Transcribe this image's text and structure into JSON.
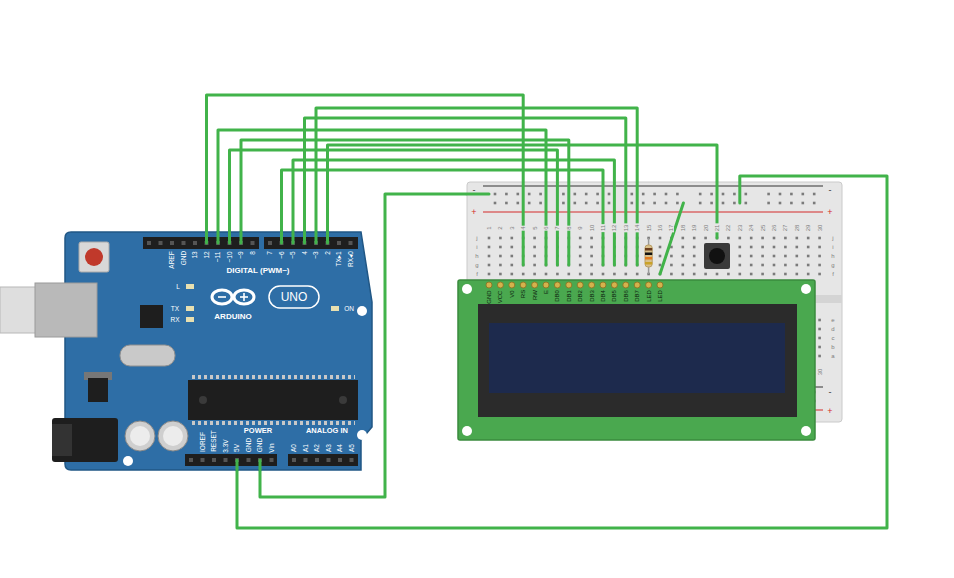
{
  "diagram": {
    "nodes": [
      {
        "text": [
          "AREF",
          "GND",
          "13",
          "12",
          "~11",
          "~10",
          "~9",
          "8",
          "7",
          "~6",
          "~5",
          "4",
          "~3",
          "2",
          "TX▸1",
          "RX◂0",
          "DIGITAL (PWM~)",
          "L",
          "TX",
          "RX",
          "ARDUINO",
          "UNO",
          "ON",
          "IOREF",
          "RESET",
          "3.3V",
          "5V",
          "GND",
          "GND",
          "Vin",
          "POWER",
          "ANALOG IN",
          "A0",
          "A1",
          "A2",
          "A3",
          "A4",
          "A5"
        ]
      },
      {
        "text": [
          "-",
          "+",
          "1",
          "2",
          "3",
          "4",
          "5",
          "6",
          "7",
          "8",
          "9",
          "10",
          "11",
          "12",
          "13",
          "14",
          "15",
          "16",
          "17",
          "18",
          "19",
          "20",
          "21",
          "22",
          "23",
          "24",
          "25",
          "26",
          "27",
          "28",
          "29",
          "30",
          "j",
          "i",
          "h",
          "g",
          "f",
          "-",
          "+",
          "j",
          "i",
          "h",
          "g",
          "f",
          "e",
          "d",
          "c",
          "b",
          "a",
          "30",
          "-",
          "+"
        ]
      },
      {
        "text": [
          "GND",
          "VCC",
          "V0",
          "RS",
          "RW",
          "E",
          "DB0",
          "DB1",
          "DB2",
          "DB3",
          "DB4",
          "DB5",
          "DB6",
          "DB7",
          "LED",
          "LED"
        ]
      }
    ],
    "edges": [
      {
        "from": 0,
        "to": 1,
        "arrow": "none"
      },
      {
        "from": 0,
        "to": 1,
        "arrow": "none"
      },
      {
        "from": 0,
        "to": 1,
        "arrow": "none"
      },
      {
        "from": 0,
        "to": 1,
        "arrow": "none"
      },
      {
        "from": 0,
        "to": 1,
        "arrow": "none"
      },
      {
        "from": 0,
        "to": 1,
        "arrow": "none"
      },
      {
        "from": 0,
        "to": 1,
        "arrow": "none"
      },
      {
        "from": 0,
        "to": 1,
        "arrow": "none"
      },
      {
        "from": 0,
        "to": 1,
        "arrow": "none"
      },
      {
        "from": 0,
        "to": 1,
        "arrow": "none"
      },
      {
        "from": 0,
        "to": 1,
        "arrow": "none"
      }
    ]
  }
}
